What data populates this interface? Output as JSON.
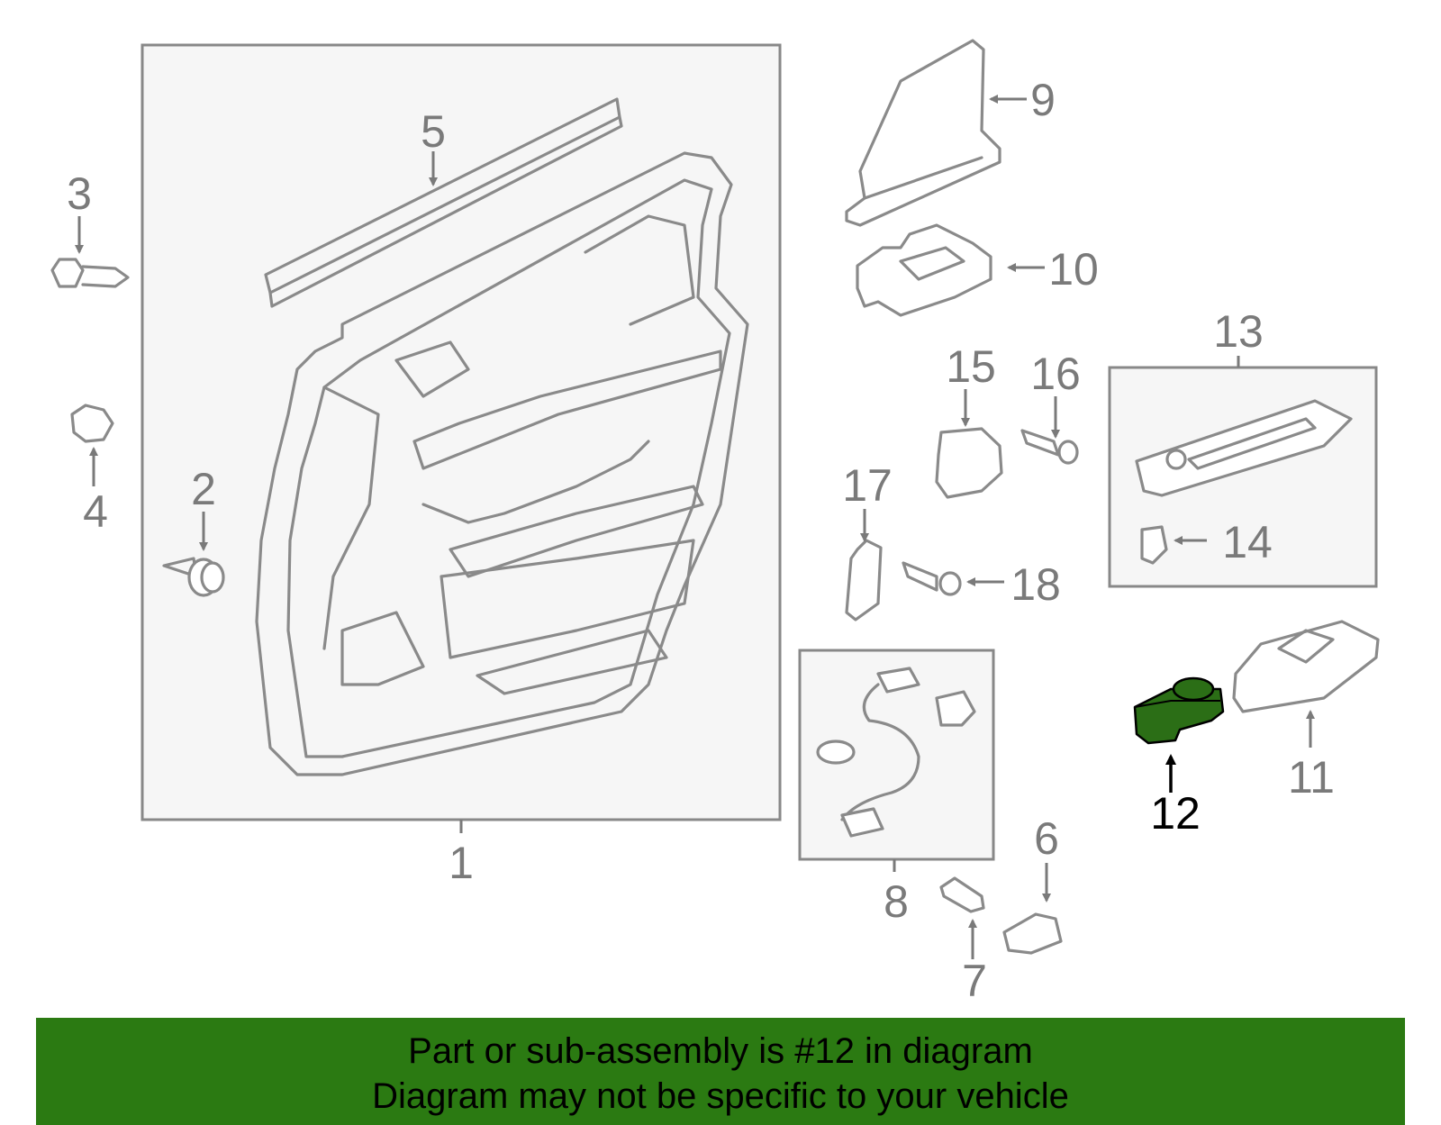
{
  "diagram": {
    "highlighted_part": "12",
    "highlight_color": "#2b6e16",
    "labels": [
      "1",
      "2",
      "3",
      "4",
      "5",
      "6",
      "7",
      "8",
      "9",
      "10",
      "11",
      "12",
      "13",
      "14",
      "15",
      "16",
      "17",
      "18"
    ]
  },
  "banner": {
    "color": "#2b7a12",
    "line1": "Part or sub-assembly is #12 in diagram",
    "line2": "Diagram may not be specific to your vehicle"
  }
}
